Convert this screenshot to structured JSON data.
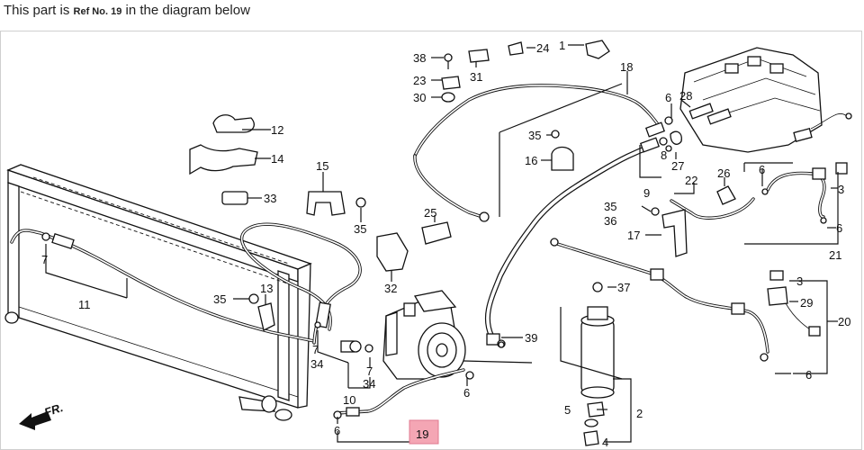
{
  "caption": {
    "prefix": "This part is ",
    "ref": "Ref No. 19",
    "suffix": " in the diagram below"
  },
  "direction_label": "FR.",
  "highlight": {
    "ref": "19",
    "color": "#f4a6b4"
  },
  "callouts": [
    "38",
    "31",
    "24",
    "1",
    "23",
    "30",
    "18",
    "6",
    "28",
    "12",
    "35",
    "16",
    "14",
    "8",
    "27",
    "9",
    "15",
    "26",
    "6",
    "33",
    "25",
    "22",
    "3",
    "35",
    "35",
    "36",
    "6",
    "17",
    "21",
    "7",
    "11",
    "32",
    "37",
    "3",
    "35",
    "13",
    "29",
    "20",
    "7",
    "39",
    "34",
    "7",
    "34",
    "6",
    "6",
    "10",
    "5",
    "2",
    "4",
    "6"
  ]
}
